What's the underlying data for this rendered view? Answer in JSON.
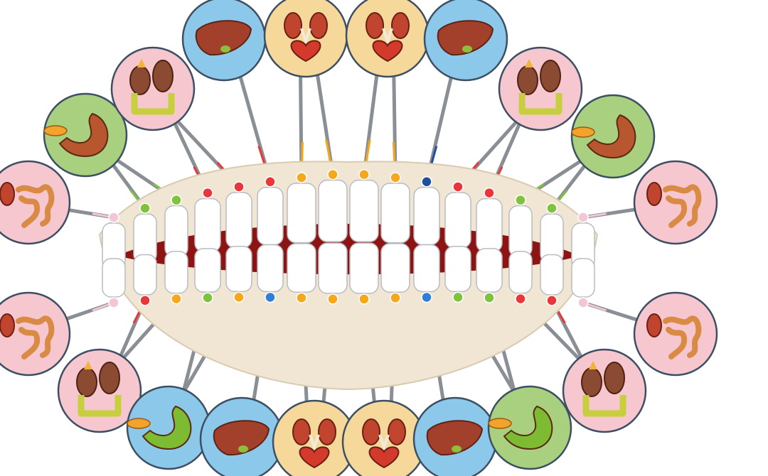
{
  "palette": {
    "ring_blue": "#8cc8ea",
    "ring_yellow": "#f6d99a",
    "ring_pink": "#f6c7cf",
    "ring_green": "#a9d07e",
    "gum": "#f1e6d3",
    "mouth_inside": "#8e1414",
    "tooth": "#ffffff",
    "pin": "#8a8f96"
  },
  "upper_circles": [
    {
      "organ": "intestines",
      "ring": "ring_pink"
    },
    {
      "organ": "stomach",
      "ring": "ring_green"
    },
    {
      "organ": "adrenal-colon",
      "ring": "ring_pink"
    },
    {
      "organ": "liver",
      "ring": "ring_blue"
    },
    {
      "organ": "kidneys-bladder",
      "ring": "ring_yellow"
    },
    {
      "organ": "kidneys-bladder",
      "ring": "ring_yellow"
    },
    {
      "organ": "liver",
      "ring": "ring_blue"
    },
    {
      "organ": "adrenal-colon",
      "ring": "ring_pink"
    },
    {
      "organ": "stomach",
      "ring": "ring_green"
    },
    {
      "organ": "intestines",
      "ring": "ring_pink"
    }
  ],
  "lower_circles": [
    {
      "organ": "intestines",
      "ring": "ring_pink"
    },
    {
      "organ": "adrenal-colon",
      "ring": "ring_pink"
    },
    {
      "organ": "stomach-green",
      "ring": "ring_blue"
    },
    {
      "organ": "liver",
      "ring": "ring_blue"
    },
    {
      "organ": "kidneys-bladder",
      "ring": "ring_yellow"
    },
    {
      "organ": "kidneys-bladder",
      "ring": "ring_yellow"
    },
    {
      "organ": "liver",
      "ring": "ring_blue"
    },
    {
      "organ": "stomach-green",
      "ring": "ring_green"
    },
    {
      "organ": "adrenal-colon",
      "ring": "ring_pink"
    },
    {
      "organ": "intestines",
      "ring": "ring_pink"
    }
  ],
  "upper_pin_colors": [
    "#f3c6d6",
    "#7ec23f",
    "#7ec23f",
    "#e8363b",
    "#e8363b",
    "#e8363b",
    "#f5a81c",
    "#f5a81c",
    "#f5a81c",
    "#f5a81c",
    "#1f4fa0",
    "#e8363b",
    "#e8363b",
    "#7ec23f",
    "#7ec23f",
    "#f3c6d6"
  ],
  "lower_pin_colors": [
    "#f3c6d6",
    "#e8363b",
    "#f5a81c",
    "#7ec23f",
    "#f5a81c",
    "#2f7fd6",
    "#f5a81c",
    "#f5a81c",
    "#f5a81c",
    "#f5a81c",
    "#2f7fd6",
    "#7ec23f",
    "#7ec23f",
    "#e8363b",
    "#e8363b",
    "#f3c6d6"
  ]
}
